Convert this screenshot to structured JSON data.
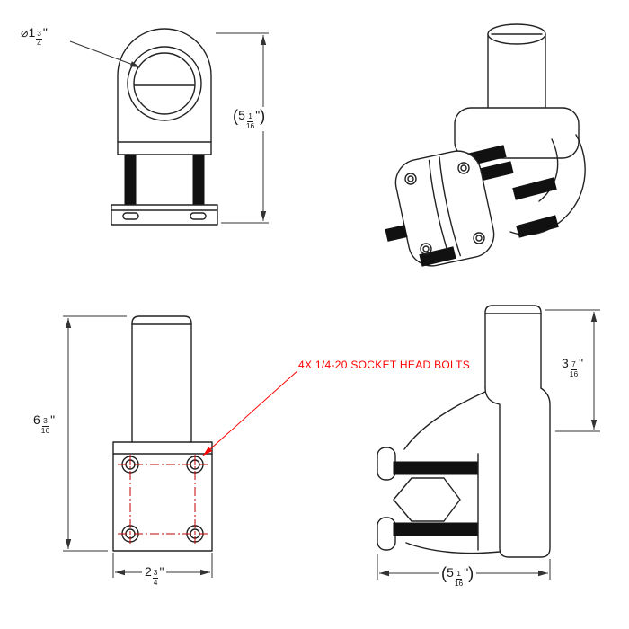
{
  "dimensions": {
    "clamp_diameter": {
      "prefix": "⌀",
      "whole": "1",
      "num": "3",
      "den": "4",
      "unit": "\""
    },
    "overall_height_front": {
      "open": "(",
      "whole": "5",
      "num": "1",
      "den": "16",
      "unit": "\"",
      "close": ")"
    },
    "overall_height_bottom": {
      "whole": "6",
      "num": "3",
      "den": "16",
      "unit": "\""
    },
    "plate_width": {
      "whole": "2",
      "num": "3",
      "den": "4",
      "unit": "\""
    },
    "tube_height_side": {
      "whole": "3",
      "num": "7",
      "den": "16",
      "unit": "\""
    },
    "overall_width_side": {
      "open": "(",
      "whole": "5",
      "num": "1",
      "den": "16",
      "unit": "\"",
      "close": ")"
    }
  },
  "note": {
    "bolts": "4X 1/4-20 SOCKET HEAD BOLTS"
  },
  "colors": {
    "line": "#222222",
    "dimension_line": "#333333",
    "annotation": "#ff0000",
    "bolt_centerline": "#c00000",
    "grip": "#111111",
    "background": "#ffffff"
  }
}
